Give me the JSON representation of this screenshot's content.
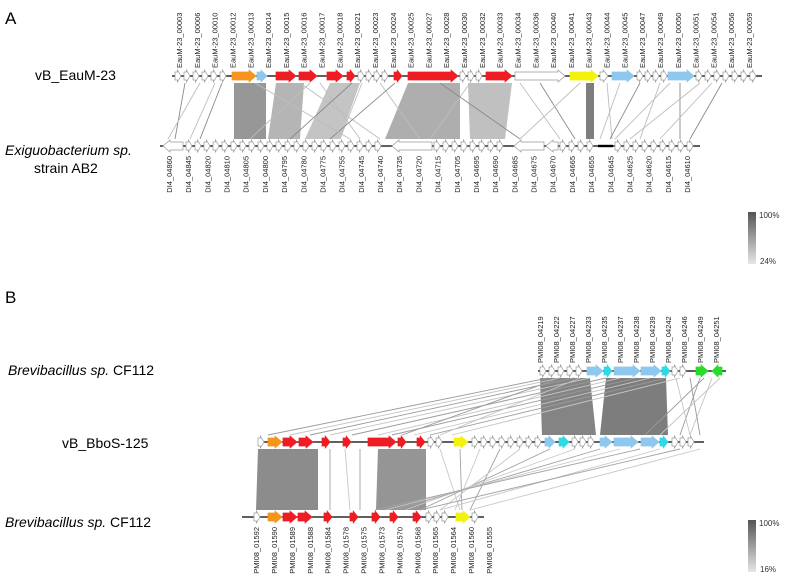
{
  "colors": {
    "red": "#ee1c23",
    "orange": "#f7941d",
    "yellow": "#f2f20a",
    "blue": "#8ec8ee",
    "cyan": "#2fd9e6",
    "green": "#2adb2a",
    "white": "#ffffff",
    "outline": "#999999",
    "backbone": "#000000"
  },
  "panelA": {
    "label": "A",
    "top": {
      "name": "vB_EauM-23",
      "loci": [
        "EauM-23_00003",
        "EauM-23_00006",
        "EauM-23_00010",
        "EauM-23_00012",
        "EauM-23_00013",
        "EauM-23_00014",
        "EauM-23_00015",
        "EauM-23_00016",
        "EauM-23_00017",
        "EauM-23_00018",
        "EauM-23_00021",
        "EauM-23_00023",
        "EauM-23_00024",
        "EauM-23_00025",
        "EauM-23_00027",
        "EauM-23_00028",
        "EauM-23_00030",
        "EauM-23_00032",
        "EauM-23_00033",
        "EauM-23_00034",
        "EauM-23_00036",
        "EauM-23_00040",
        "EauM-23_00041",
        "EauM-23_00043",
        "EauM-23_00044",
        "EauM-23_00045",
        "EauM-23_00047",
        "EauM-23_00049",
        "EauM-23_00050",
        "EauM-23_00051",
        "EauM-23_00054",
        "EauM-23_00056",
        "EauM-23_00059"
      ]
    },
    "bottom": {
      "name_italic": "Exiguobacterium sp.",
      "name_line2": "strain AB2",
      "loci": [
        "DI4_04860",
        "DI4_04845",
        "DI4_04820",
        "DI4_04810",
        "DI4_04805",
        "DI4_04800",
        "DI4_04795",
        "DI4_04780",
        "DI4_04775",
        "DI4_04755",
        "DI4_04745",
        "DI4_04740",
        "DI4_04735",
        "DI4_04720",
        "DI4_04715",
        "DI4_04705",
        "DI4_04695",
        "DI4_04690",
        "DI4_04685",
        "DI4_04675",
        "DI4_04670",
        "DI4_04665",
        "DI4_04655",
        "DI4_04645",
        "DI4_04625",
        "DI4_04620",
        "DI4_04615",
        "DI4_04610"
      ]
    },
    "legend": {
      "max": "100%",
      "min": "24%"
    }
  },
  "panelB": {
    "label": "B",
    "top": {
      "name_italic": "Brevibacillus sp.",
      "name_plain": " CF112",
      "loci": [
        "PMI08_04219",
        "PMI08_04222",
        "PMI08_04227",
        "PMI08_04233",
        "PMI08_04235",
        "PMI08_04237",
        "PMI08_04238",
        "PMI08_04239",
        "PMI08_04242",
        "PMI08_04246",
        "PMI08_04249",
        "PMI08_04251"
      ]
    },
    "middle": {
      "name": "vB_BboS-125"
    },
    "bottom": {
      "name_italic": "Brevibacillus sp.",
      "name_plain": " CF112",
      "loci": [
        "PMI08_01592",
        "PMI08_01590",
        "PMI08_01589",
        "PMI08_01588",
        "PMI08_01584",
        "PMI08_01578",
        "PMI08_01575",
        "PMI08_01573",
        "PMI08_01570",
        "PMI08_01568",
        "PMI08_01565",
        "PMI08_01564",
        "PMI08_01560",
        "PMI08_01555"
      ]
    },
    "legend": {
      "max": "100%",
      "min": "16%"
    }
  }
}
